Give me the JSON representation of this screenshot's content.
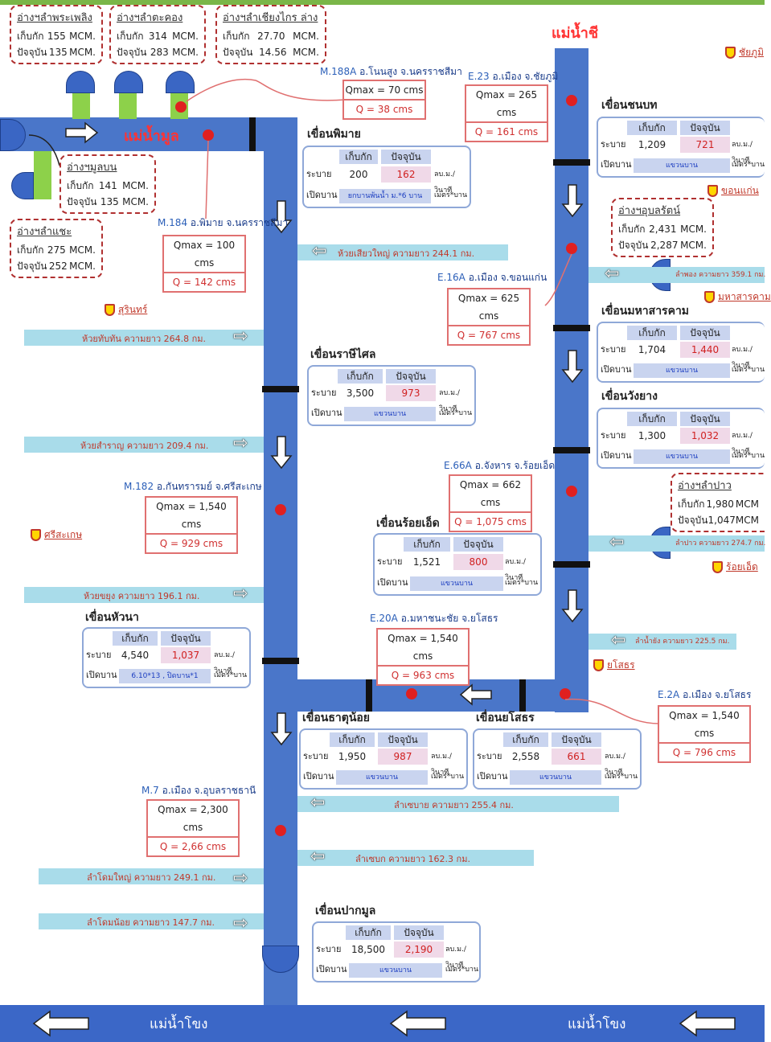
{
  "colors": {
    "river": "#4a76c9",
    "tributary": "#a9dcea",
    "station": "#e02020",
    "highlight": "#d02020"
  },
  "rivers": {
    "mun": "แม่น้ำมูล",
    "chi": "แม่น้ำชี",
    "mekong_left": "แม่น้ำโขง",
    "mekong_right": "แม่น้ำโขง"
  },
  "reservoirs": [
    {
      "name": "อ่างฯลำพระเพลิง",
      "storage_label": "เก็บกัก",
      "storage": "155",
      "current_label": "ปัจจุบัน",
      "current": "135",
      "unit": "MCM."
    },
    {
      "name": "อ่างฯลำตะคอง",
      "storage_label": "เก็บกัก",
      "storage": "314",
      "current_label": "ปัจจุบัน",
      "current": "283",
      "unit": "MCM."
    },
    {
      "name": "อ่างฯลำเชียงไกร ล่าง",
      "storage_label": "เก็บกัก",
      "storage": "27.70",
      "current_label": "ปัจจุบัน",
      "current": "14.56",
      "unit": "MCM."
    },
    {
      "name": "อ่างฯมูลบน",
      "storage_label": "เก็บกัก",
      "storage": "141",
      "current_label": "ปัจจุบัน",
      "current": "135",
      "unit": "MCM."
    },
    {
      "name": "อ่างฯลำแชะ",
      "storage_label": "เก็บกัก",
      "storage": "275",
      "current_label": "ปัจจุบัน",
      "current": "252",
      "unit": "MCM."
    },
    {
      "name": "อ่างฯอุบลรัตน์",
      "storage_label": "เก็บกัก",
      "storage": "2,431",
      "current_label": "ปัจจุบัน",
      "current": "2,287",
      "unit": "MCM."
    },
    {
      "name": "อ่างฯลำปาว",
      "storage_label": "เก็บกัก",
      "storage": "1,980",
      "current_label": "ปัจจุบัน",
      "current": "1,047",
      "unit": "MCM"
    }
  ],
  "stations": [
    {
      "code": "M.188A",
      "place": "อ.โนนสูง จ.นครราชสีมา",
      "qmax": "Qmax = 70 cms",
      "q": "Q = 38 cms"
    },
    {
      "code": "E.23",
      "place": "อ.เมือง จ.ชัยภูมิ",
      "qmax": "Qmax = 265 cms",
      "q": "Q = 161 cms"
    },
    {
      "code": "M.184",
      "place": "อ.พิมาย จ.นครราชสีมา",
      "qmax": "Qmax = 100 cms",
      "q": "Q = 142 cms"
    },
    {
      "code": "E.16A",
      "place": "อ.เมือง จ.ขอนแก่น",
      "qmax": "Qmax = 625 cms",
      "q": "Q = 767 cms"
    },
    {
      "code": "E.66A",
      "place": "อ.จังหาร จ.ร้อยเอ็ด",
      "qmax": "Qmax = 662 cms",
      "q": "Q = 1,075 cms"
    },
    {
      "code": "M.182",
      "place": "อ.กันทรารมย์ จ.ศรีสะเกษ",
      "qmax": "Qmax = 1,540 cms",
      "q": "Q = 929 cms"
    },
    {
      "code": "E.20A",
      "place": "อ.มหาชนะชัย จ.ยโสธร",
      "qmax": "Qmax = 1,540 cms",
      "q": "Q = 963 cms"
    },
    {
      "code": "E.2A",
      "place": "อ.เมือง จ.ยโสธร",
      "qmax": "Qmax = 1,540 cms",
      "q": "Q = 796 cms"
    },
    {
      "code": "M.7",
      "place": "อ.เมือง จ.อุบลราชธานี",
      "qmax": "Qmax = 2,300 cms",
      "q": "Q = 2,66 cms"
    }
  ],
  "dam_labels": {
    "storage": "เก็บกัก",
    "current": "ปัจจุบัน",
    "release": "ระบาย",
    "gate": "เปิดบาน",
    "flow_unit": "ลบ.ม./วินาที",
    "gate_unit": "เมตร*บาน"
  },
  "dams": [
    {
      "name": "เขื่อนพิมาย",
      "storage": "200",
      "current": "162",
      "gate": "ยกบานพ้นน้ำ ม.*6 บาน"
    },
    {
      "name": "เขื่อนชนบท",
      "storage": "1,209",
      "current": "721",
      "gate": "แขวนบาน"
    },
    {
      "name": "เขื่อนมหาสารคาม",
      "storage": "1,704",
      "current": "1,440",
      "gate": "แขวนบาน"
    },
    {
      "name": "เขื่อนวังยาง",
      "storage": "1,300",
      "current": "1,032",
      "gate": "แขวนบาน"
    },
    {
      "name": "เขื่อนราษีไศล",
      "storage": "3,500",
      "current": "973",
      "gate": "แขวนบาน"
    },
    {
      "name": "เขื่อนร้อยเอ็ด",
      "storage": "1,521",
      "current": "800",
      "gate": "แขวนบาน"
    },
    {
      "name": "เขื่อนหัวนา",
      "storage": "4,540",
      "current": "1,037",
      "gate": "6.10*13 , ปิดบาน*1"
    },
    {
      "name": "เขื่อนธาตุน้อย",
      "storage": "1,950",
      "current": "987",
      "gate": "แขวนบาน"
    },
    {
      "name": "เขื่อนยโสธร",
      "storage": "2,558",
      "current": "661",
      "gate": "แขวนบาน"
    },
    {
      "name": "เขื่อนปากมูล",
      "storage": "18,500",
      "current": "2,190",
      "gate": "แขวนบาน"
    }
  ],
  "tributaries": [
    "ห้วยเสียวใหญ่ ความยาว 244.1 กม.",
    "ห้วยทับทัน ความยาว 264.8 กม.",
    "ห้วยสำราญ ความยาว 209.4 กม.",
    "ห้วยขยุง ความยาว 196.1 กม.",
    "ลำพอง ความยาว 359.1 กม.",
    "ลำปาว ความยาว 274.7 กม.",
    "ลำน้ำยัง ความยาว 225.5 กม.",
    "ลำเซบาย ความยาว 255.4 กม.",
    "ลำเซบก ความยาว 162.3 กม.",
    "ลำโดมใหญ่ ความยาว 249.1 กม.",
    "ลำโดมน้อย ความยาว 147.7 กม."
  ],
  "provinces": [
    "ชัยภูมิ",
    "ขอนแก่น",
    "มหาสารคาม",
    "สุรินทร์",
    "ร้อยเอ็ด",
    "ศรีสะเกษ",
    "ยโสธร"
  ]
}
